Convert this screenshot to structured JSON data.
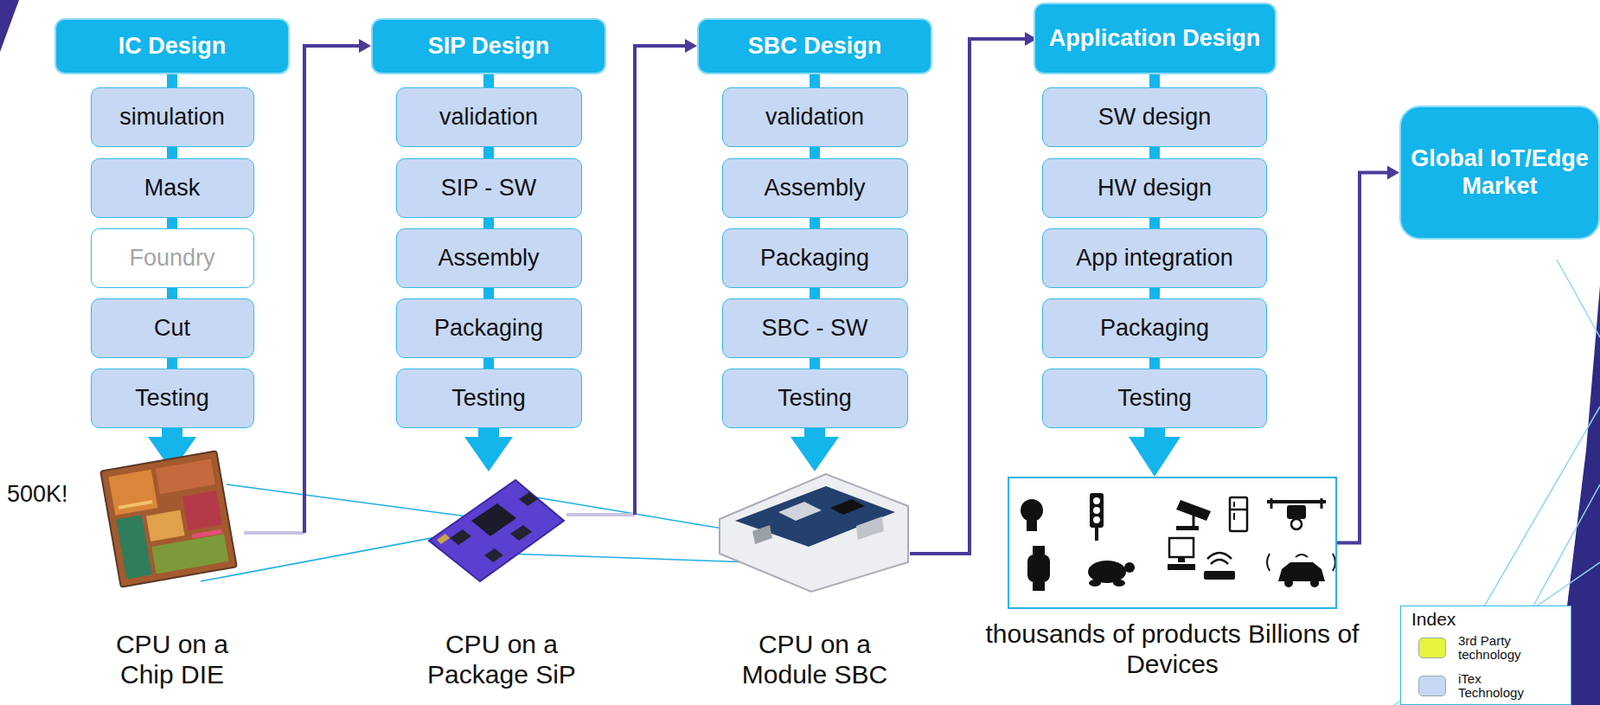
{
  "diagram": {
    "nodes": [
      {
        "text": [
          "IC Design"
        ]
      },
      {
        "text": [
          "simulation"
        ]
      },
      {
        "text": [
          "Mask"
        ]
      },
      {
        "text": [
          "Foundry"
        ]
      },
      {
        "text": [
          "Cut"
        ]
      },
      {
        "text": [
          "Testing"
        ]
      },
      {
        "text": [
          "SIP Design"
        ]
      },
      {
        "text": [
          "validation"
        ]
      },
      {
        "text": [
          "SIP - SW"
        ]
      },
      {
        "text": [
          "Assembly"
        ]
      },
      {
        "text": [
          "Packaging"
        ]
      },
      {
        "text": [
          "Testing"
        ]
      },
      {
        "text": [
          "SBC Design"
        ]
      },
      {
        "text": [
          "validation"
        ]
      },
      {
        "text": [
          "Assembly"
        ]
      },
      {
        "text": [
          "Packaging"
        ]
      },
      {
        "text": [
          "SBC - SW"
        ]
      },
      {
        "text": [
          "Testing"
        ]
      },
      {
        "text": [
          "Application Design"
        ]
      },
      {
        "text": [
          "SW design"
        ]
      },
      {
        "text": [
          "HW design"
        ]
      },
      {
        "text": [
          "App integration"
        ]
      },
      {
        "text": [
          "Packaging"
        ]
      },
      {
        "text": [
          "Testing"
        ]
      },
      {
        "text": [
          "thousands of products Billions of Devices"
        ]
      },
      {
        "text": [
          "Global IoT/Edge Market"
        ]
      }
    ],
    "edges": [
      {
        "from": 0,
        "to": 1,
        "arrow": "none"
      },
      {
        "from": 1,
        "to": 2,
        "arrow": "none"
      },
      {
        "from": 2,
        "to": 3,
        "arrow": "none"
      },
      {
        "from": 3,
        "to": 4,
        "arrow": "none"
      },
      {
        "from": 4,
        "to": 5,
        "arrow": "none"
      },
      {
        "from": 6,
        "to": 7,
        "arrow": "none"
      },
      {
        "from": 7,
        "to": 8,
        "arrow": "none"
      },
      {
        "from": 8,
        "to": 9,
        "arrow": "none"
      },
      {
        "from": 9,
        "to": 10,
        "arrow": "none"
      },
      {
        "from": 10,
        "to": 11,
        "arrow": "none"
      },
      {
        "from": 12,
        "to": 13,
        "arrow": "none"
      },
      {
        "from": 13,
        "to": 14,
        "arrow": "none"
      },
      {
        "from": 14,
        "to": 15,
        "arrow": "none"
      },
      {
        "from": 15,
        "to": 16,
        "arrow": "none"
      },
      {
        "from": 16,
        "to": 17,
        "arrow": "none"
      },
      {
        "from": 18,
        "to": 19,
        "arrow": "none"
      },
      {
        "from": 19,
        "to": 20,
        "arrow": "none"
      },
      {
        "from": 20,
        "to": 21,
        "arrow": "none"
      },
      {
        "from": 21,
        "to": 22,
        "arrow": "none"
      },
      {
        "from": 22,
        "to": 23,
        "arrow": "none"
      },
      {
        "from": 23,
        "to": 24,
        "arrow": "to"
      },
      {
        "from": 24,
        "to": 25,
        "arrow": "to"
      }
    ],
    "labels": [
      "500K!",
      "CPU on a Chip DIE",
      "CPU on a Package SiP",
      "CPU on a Module SBC",
      "Index"
    ],
    "legend": [
      {
        "text": "3rd Party technology",
        "color": "#e6f53c"
      },
      {
        "text": "iTex Technology",
        "color": "#c7d8f4"
      }
    ]
  }
}
